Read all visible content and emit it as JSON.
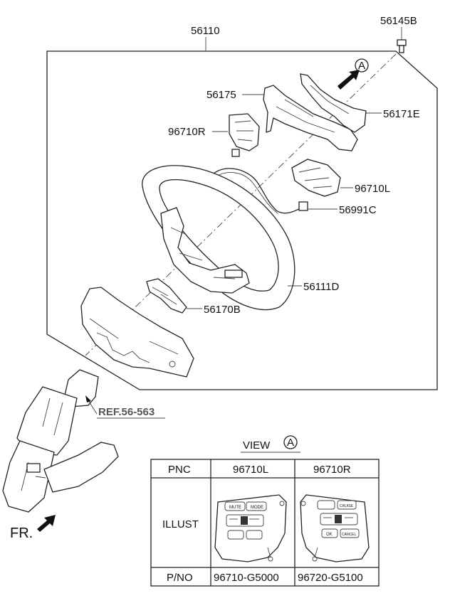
{
  "labels": {
    "assembly": "56110",
    "bolt": "56145B",
    "cover_top": "56175",
    "cover_right": "56171E",
    "switch_r": "96710R",
    "switch_l": "96710L",
    "harness": "56991C",
    "wheel": "56111D",
    "lower_cover": "56170B",
    "view_marker": "A",
    "reference": "REF.56-563",
    "front_indicator": "FR."
  },
  "view": {
    "title": "VIEW",
    "marker": "A"
  },
  "table": {
    "headers": {
      "pnc": "PNC",
      "left": "96710L",
      "right": "96710R"
    },
    "illust_label": "ILLUST",
    "pno_label": "P/NO",
    "pno_left": "96710-G5000",
    "pno_right": "96720-G5100",
    "left_switch_buttons": [
      "MUTE",
      "MODE"
    ],
    "right_switch_buttons": [
      "CRUISE",
      "OK",
      "CANCEL"
    ]
  }
}
